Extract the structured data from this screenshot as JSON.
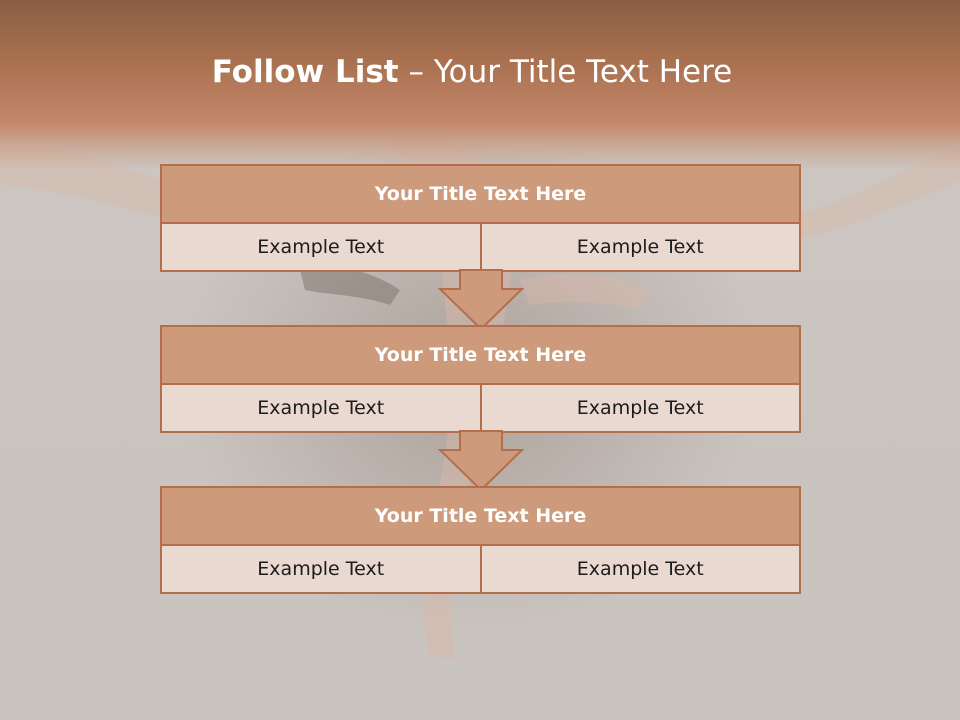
{
  "slide": {
    "title_bold": "Follow List",
    "title_rest": " – Your Title Text Here"
  },
  "blocks": [
    {
      "title": "Your Title Text Here",
      "cells": [
        "Example Text",
        "Example Text"
      ]
    },
    {
      "title": "Your Title Text Here",
      "cells": [
        "Example Text",
        "Example Text"
      ]
    },
    {
      "title": "Your Title Text Here",
      "cells": [
        "Example Text",
        "Example Text"
      ]
    }
  ],
  "colors": {
    "accent": "#cd9b7b",
    "border": "#b46e4c",
    "cell_fill": "#ead9d1",
    "header_band": "#a8704f"
  }
}
